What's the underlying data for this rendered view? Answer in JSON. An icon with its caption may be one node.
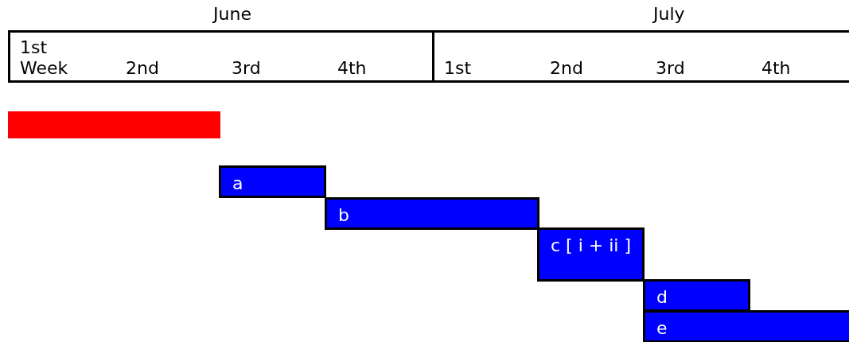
{
  "diagram": {
    "nodes": [
      {
        "text": [
          "June",
          "1st Week",
          "2nd",
          "3rd",
          "4th"
        ]
      },
      {
        "text": [
          "July",
          "1st",
          "2nd",
          "3rd",
          "4th"
        ]
      },
      {
        "text": [],
        "shape": "bar"
      },
      {
        "text": [
          "a"
        ]
      },
      {
        "text": [
          "b"
        ]
      },
      {
        "text": [
          "c [ i + ii ]"
        ]
      },
      {
        "text": [
          "d"
        ]
      },
      {
        "text": [
          "e"
        ]
      }
    ]
  }
}
